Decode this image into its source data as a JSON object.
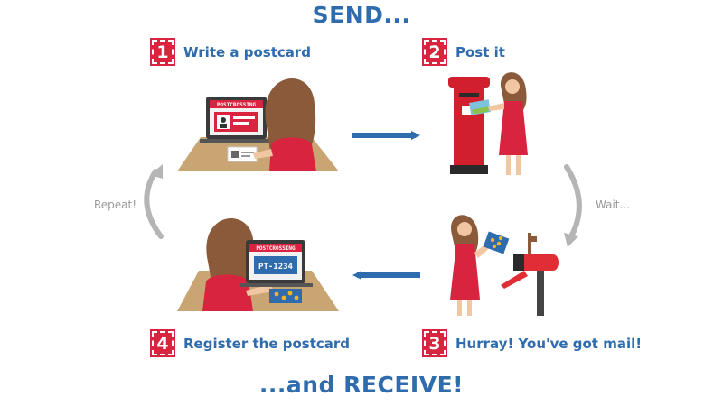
{
  "headline": {
    "top": "SEND...",
    "bottom": "...and RECEIVE!"
  },
  "steps": [
    {
      "number": "1",
      "label": "Write a postcard"
    },
    {
      "number": "2",
      "label": "Post it"
    },
    {
      "number": "3",
      "label": "Hurray! You've got mail!"
    },
    {
      "number": "4",
      "label": "Register the postcard"
    }
  ],
  "cycle": {
    "repeat_label": "Repeat!",
    "wait_label": "Wait..."
  },
  "screens": {
    "brand": "POSTCROSSING",
    "postcard_id": "PT-1234"
  },
  "colors": {
    "accent_red": "#d8243f",
    "brand_blue": "#2f6cae",
    "arrow_gray": "#b5b5b5",
    "desk_tan": "#c9a574"
  }
}
